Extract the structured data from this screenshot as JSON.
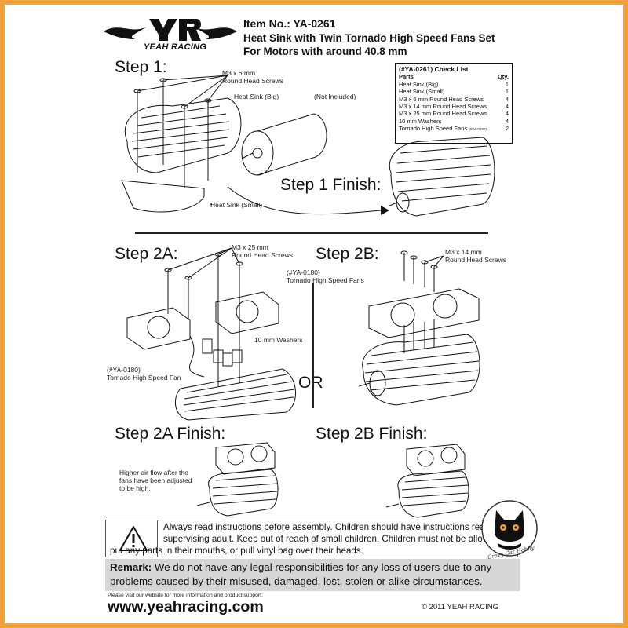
{
  "brand": {
    "logo_text": "YEAH RACING",
    "website_note": "Please visit our website for more information and product support:",
    "website": "www.yeahracing.com",
    "copyright": "© 2011 YEAH RACING",
    "accent": "#f2a33a"
  },
  "header": {
    "item_no": "Item No.: YA-0261",
    "title": "Heat Sink with Twin Tornado High Speed Fans Set",
    "subtitle": "For Motors with around 40.8 mm"
  },
  "steps": {
    "step1": "Step 1:",
    "step1_finish": "Step 1 Finish:",
    "step2a": "Step 2A:",
    "step2b": "Step 2B:",
    "step2a_finish": "Step 2A Finish:",
    "step2b_finish": "Step 2B Finish:",
    "or": "OR"
  },
  "labels": {
    "m3x6": [
      "M3 x 6 mm",
      "Round Head Screws"
    ],
    "heat_sink_big": "Heat Sink (Big)",
    "not_included": "(Not Included)",
    "heat_sink_small": "Heat Sink (Small)",
    "m3x25": [
      "M3 x 25 mm",
      "Round Head Screws"
    ],
    "fans_top": [
      "(#YA-0180)",
      "Tornado High Speed Fans"
    ],
    "washers": "10 mm Washers",
    "fan_left": [
      "(#YA-0180)",
      "Tornado High Speed Fan"
    ],
    "m3x14": [
      "M3 x 14 mm",
      "Round Head Screws"
    ],
    "airflow": [
      "Higher air flow after the",
      "fans have been adjusted",
      "to be high."
    ]
  },
  "checklist": {
    "title": "(#YA-0261) Check List",
    "col_parts": "Parts",
    "col_qty": "Qty.",
    "rows": [
      {
        "part": "Heat Sink (Big)",
        "qty": "1"
      },
      {
        "part": "Heat Sink (Small)",
        "qty": "1"
      },
      {
        "part": "M3 x 6 mm Round Head Screws",
        "qty": "4"
      },
      {
        "part": "M3 x 14 mm Round Head Screws",
        "qty": "4"
      },
      {
        "part": "M3 x 25 mm Round Head Screws",
        "qty": "4"
      },
      {
        "part": "10 mm Washers",
        "qty": "4"
      },
      {
        "part": "Tornado High Speed Fans",
        "note": "(#YA-0180)",
        "qty": "2"
      }
    ]
  },
  "warning": {
    "lines": [
      "Always read instructions before assembly. Children should have instructions read by",
      "supervising adult. Keep out of reach of small children. Children must not be allowed to",
      "put any parts in their mouths, or pull vinyl bag over their heads."
    ]
  },
  "remark": {
    "label": "Remark:",
    "text": " We do not have any legal responsibilities for any loss of users due to any problems caused by their misused, damaged, lost, stolen or alike circumstances."
  },
  "watermark": {
    "text": "Crazy Cat Hobby"
  }
}
